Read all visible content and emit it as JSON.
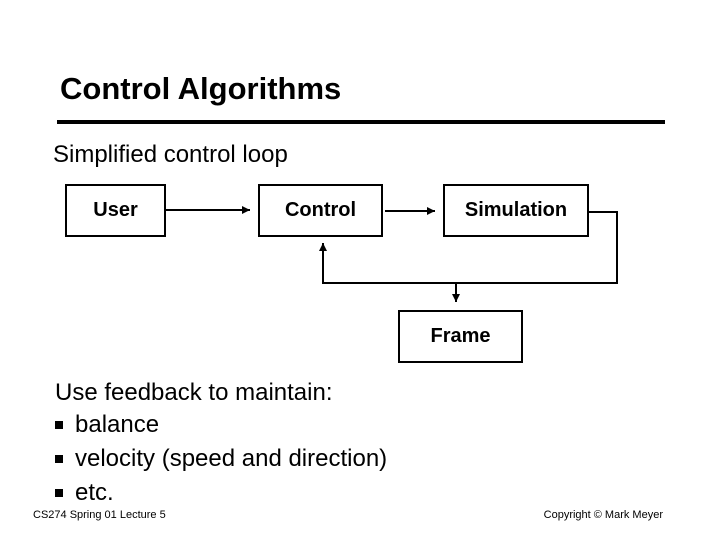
{
  "slide": {
    "title": "Control Algorithms",
    "subtitle": "Simplified control loop",
    "footer_left": "CS274 Spring 01 Lecture 5",
    "footer_right": "Copyright © Mark Meyer"
  },
  "diagram": {
    "boxes": [
      {
        "id": "user",
        "label": "User"
      },
      {
        "id": "control",
        "label": "Control"
      },
      {
        "id": "simulation",
        "label": "Simulation"
      },
      {
        "id": "frame",
        "label": "Frame"
      }
    ],
    "connections": [
      {
        "from": "user",
        "to": "control",
        "style": "straight-arrow"
      },
      {
        "from": "control",
        "to": "simulation",
        "style": "straight-arrow"
      },
      {
        "from": "simulation",
        "to": "control",
        "style": "feedback-loop-arrow"
      },
      {
        "from": "feedback-loop",
        "to": "frame",
        "style": "branch-down-arrow"
      }
    ]
  },
  "body": {
    "lead": "Use feedback to maintain:",
    "bullets": [
      "balance",
      "velocity (speed and direction)",
      "etc."
    ]
  },
  "colors": {
    "background": "#ffffff",
    "text": "#000000",
    "line": "#000000",
    "box_border": "#000000",
    "box_fill": "#ffffff"
  }
}
